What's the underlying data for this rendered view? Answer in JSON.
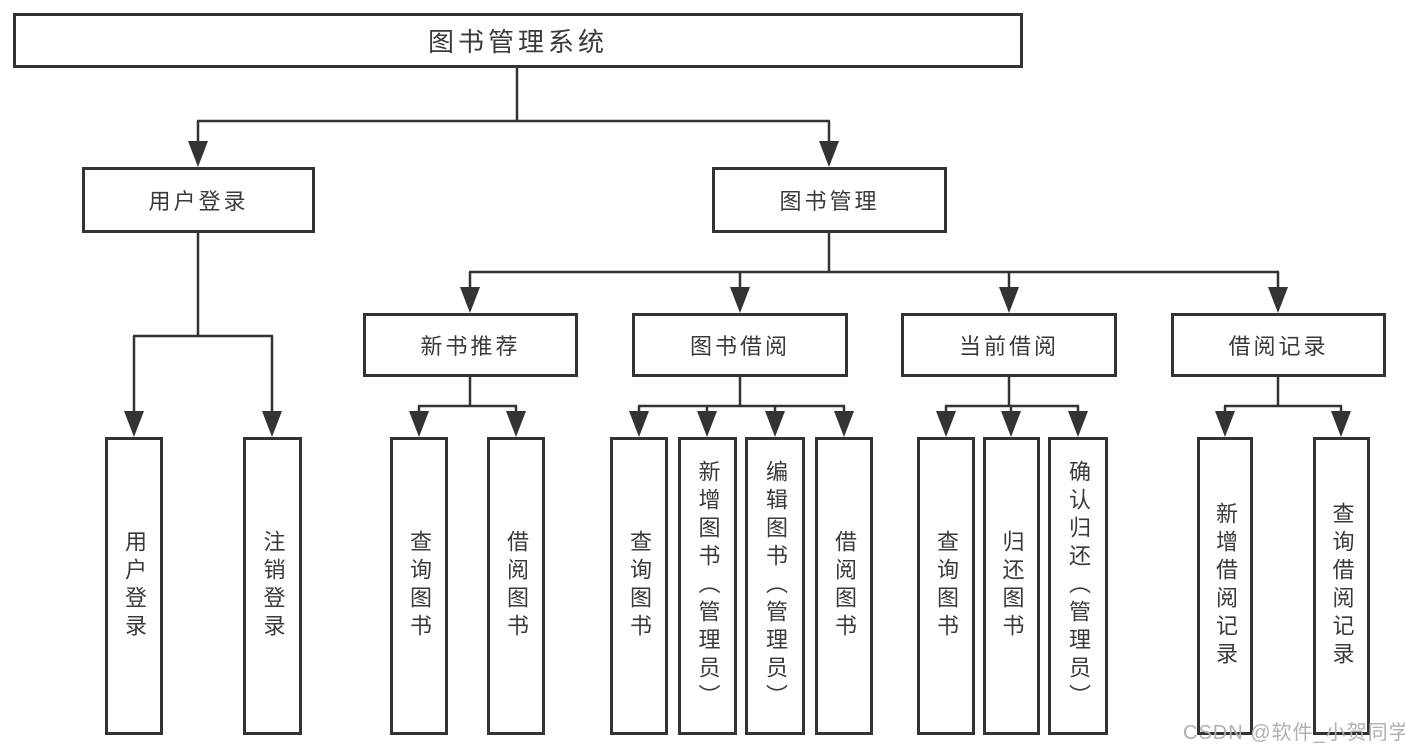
{
  "nodes": {
    "root": "图书管理系统",
    "user_login": "用户登录",
    "book_management": "图书管理",
    "new_book_recommend": "新书推荐",
    "book_borrow": "图书借阅",
    "current_borrow": "当前借阅",
    "borrow_records": "借阅记录",
    "leaf_user_login": "用户登录",
    "leaf_logout": "注销登录",
    "recommend_query_book": "查询图书",
    "recommend_borrow_book": "借阅图书",
    "borrow_query_book": "查询图书",
    "borrow_add_book": "新增图书（管理员）",
    "borrow_edit_book": "编辑图书（管理员）",
    "borrow_borrow_book": "借阅图书",
    "current_query_book": "查询图书",
    "current_return_book": "归还图书",
    "current_confirm_return": "确认归还（管理员）",
    "records_add_record": "新增借阅记录",
    "records_query_record": "查询借阅记录"
  },
  "watermark": "CSDN @软件_小贺同学",
  "colors": {
    "line": "#333333",
    "text": "#3a3a3a",
    "background": "#ffffff",
    "watermark": "#b2afad"
  }
}
